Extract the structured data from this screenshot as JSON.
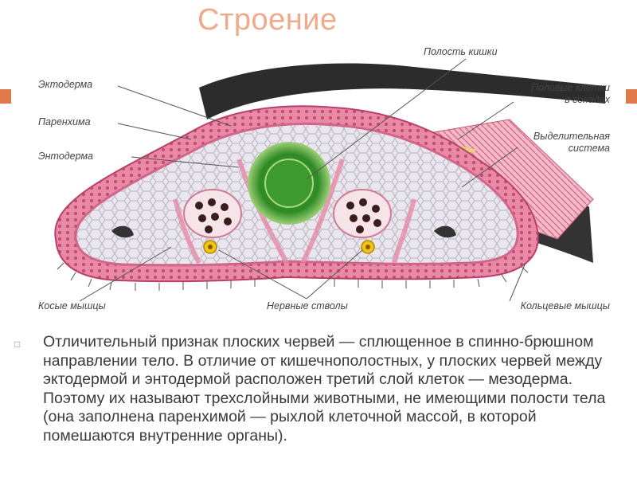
{
  "title": "Строение",
  "labels": {
    "ectoderm": "Эктодерма",
    "parenchyma": "Паренхима",
    "endoderm": "Энтодерма",
    "gut_cavity": "Полость кишки",
    "sex_cells_l1": "Половые клетки",
    "sex_cells_l2": "в гонадах",
    "excretory_l1": "Выделительная",
    "excretory_l2": "система",
    "oblique_muscles": "Косые мышцы",
    "nerve_trunks": "Нервные стволы",
    "ring_muscles": "Кольцевые мышцы"
  },
  "bullet_icon": "square-bullet-icon",
  "paragraph": "Отличительный признак плоских червей — сплющенное в спинно-брюшном направлении тело. В отличие от кишечнополостных, у плоских червей между эктодермой и энтодермой расположен третий слой клеток — мезодерма. Поэтому их называют трехслойными животными, не имеющими полости тела (она заполнена паренхимой — рыхлой клеточной массой, в которой помешаются внутренние органы)."
}
